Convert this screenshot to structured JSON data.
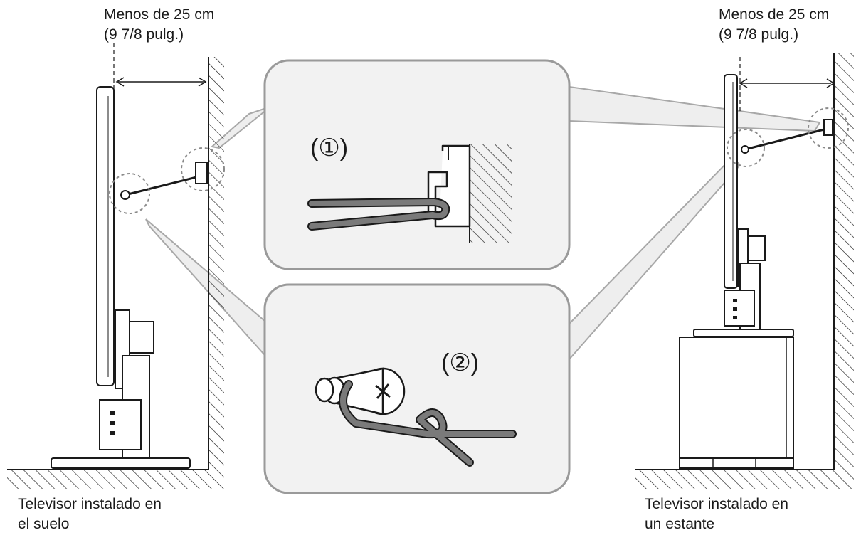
{
  "left_scene": {
    "distance_label": "Menos de 25 cm",
    "distance_label_imperial": "(9 7/8 pulg.)",
    "caption_line1": "Televisor instalado en",
    "caption_line2": "el suelo"
  },
  "right_scene": {
    "distance_label": "Menos de 25 cm",
    "distance_label_imperial": "(9 7/8 pulg.)",
    "caption_line1": "Televisor instalado en",
    "caption_line2": "un estante"
  },
  "callouts": {
    "top_marker": "(①)",
    "bottom_marker": "(②)"
  },
  "colors": {
    "line": "#1a1a1a",
    "panel_fill": "#f2f2f2",
    "panel_stroke": "#9a9a9a",
    "cord": "#7a7a7a"
  }
}
